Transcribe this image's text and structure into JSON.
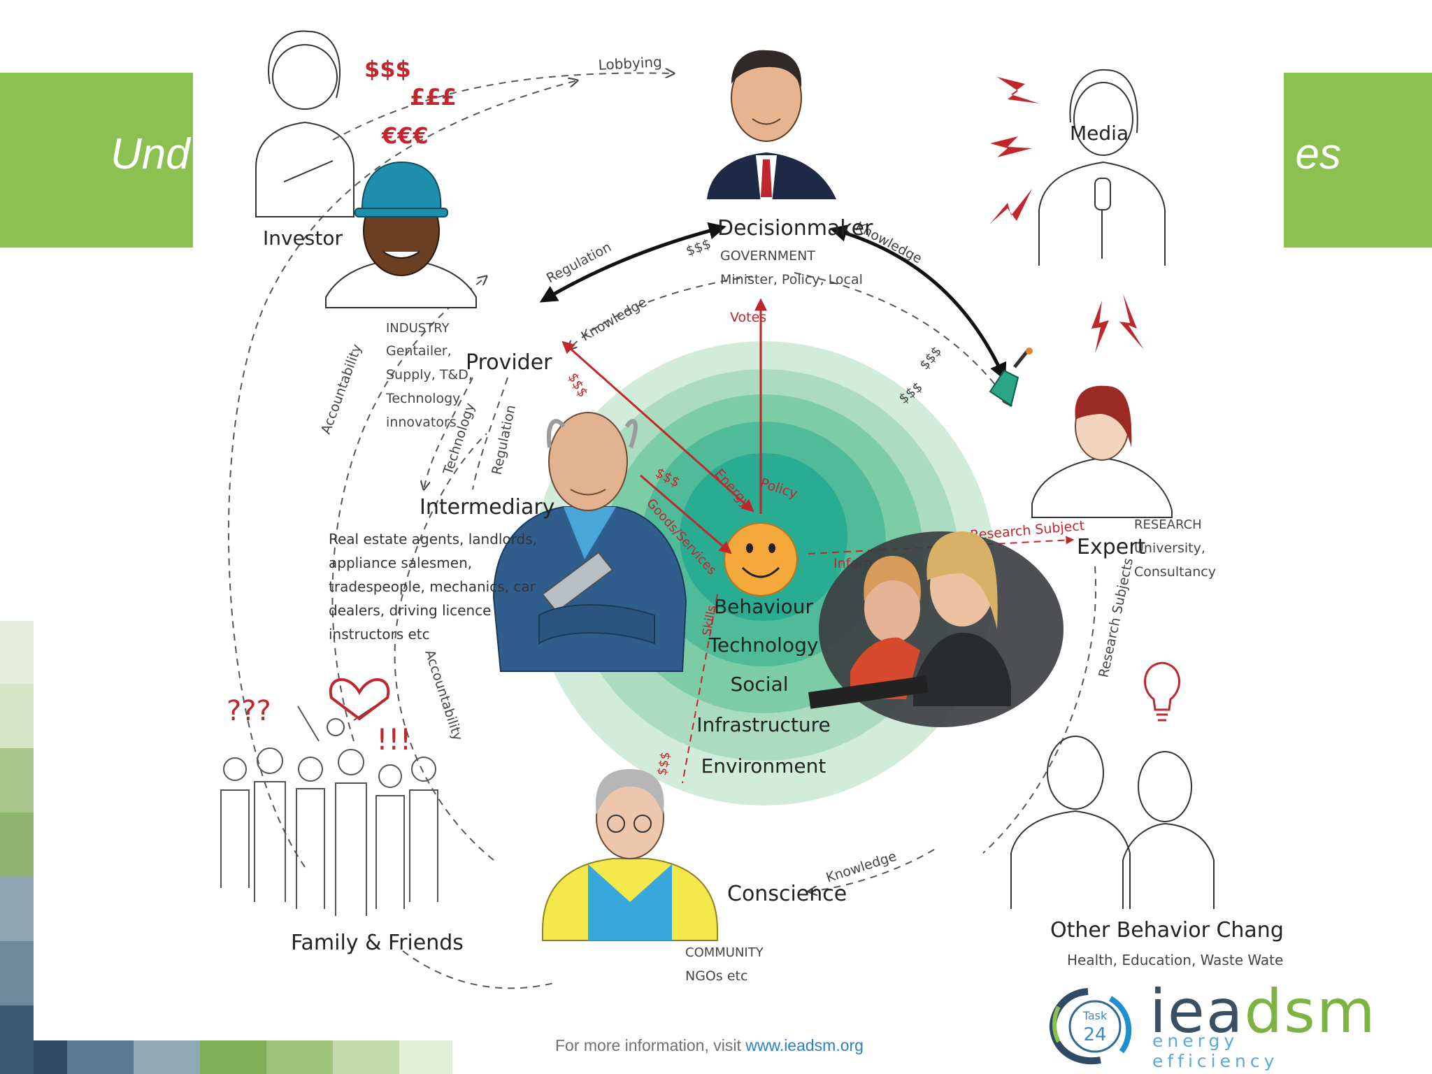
{
  "slide": {
    "title_visible_left": "Und",
    "title_visible_right": "es",
    "banner_color": "#8cc152"
  },
  "diagram": {
    "center_layers": [
      "Behaviour",
      "Technology",
      "Social",
      "Infrastructure",
      "Environment"
    ],
    "actors": {
      "investor": {
        "name": "Investor",
        "money": [
          "$$$",
          "£££",
          "€€€"
        ]
      },
      "decisionmaker": {
        "name": "Decisionmaker",
        "lines": [
          "GOVERNMENT",
          "Minister, Policy, Local"
        ]
      },
      "media": {
        "name": "Media"
      },
      "provider": {
        "name": "Provider",
        "lines": [
          "INDUSTRY",
          "Gentailer,",
          "Supply, T&D,",
          "Technology",
          "innovators"
        ]
      },
      "intermediary": {
        "name": "Intermediary",
        "lines": [
          "Real estate agents, landlords,",
          "appliance salesmen,",
          "tradespeople, mechanics, car",
          "dealers, driving licence",
          "instructors etc"
        ]
      },
      "expert": {
        "name": "Expert",
        "lines": [
          "RESEARCH",
          "University,",
          "Consultancy"
        ]
      },
      "family": {
        "name": "Family & Friends",
        "marks": [
          "???",
          "!!!"
        ]
      },
      "conscience": {
        "name": "Conscience",
        "lines": [
          "COMMUNITY",
          "NGOs etc"
        ]
      },
      "other": {
        "name": "Other Behavior Changers",
        "lines": [
          "Health, Education, Waste Water, etc"
        ]
      }
    },
    "flows": {
      "lobbying": "Lobbying",
      "regulation_top": "Regulation",
      "money_top": "$$$",
      "knowledge_top": "Knowledge",
      "money_right_1": "$$$",
      "money_right_2": "$$$",
      "knowledge_provider": "Knowledge",
      "votes": "Votes",
      "money_left": "$$$",
      "accountability_left": "Accountability",
      "technology": "Technology",
      "regulation_mid": "Regulation",
      "energy": "Energy",
      "policy": "Policy",
      "money_center": "$$$",
      "goods_services": "Goods/Services",
      "research_subject": "Research Subject",
      "information": "Information",
      "research_subjects": "Research Subjects",
      "accountability_mid": "Accountability",
      "money_bottom": "$$$",
      "knowledge_bottom": "Knowledge",
      "skills": "Skills"
    }
  },
  "footer": {
    "note_prefix": "For more information, visit ",
    "note_link": "www.ieadsm.org"
  },
  "logo": {
    "task_label": "Task",
    "task_number": "24",
    "brand_a": "iea",
    "brand_b": "dsm",
    "tagline": "energy efficiency"
  }
}
